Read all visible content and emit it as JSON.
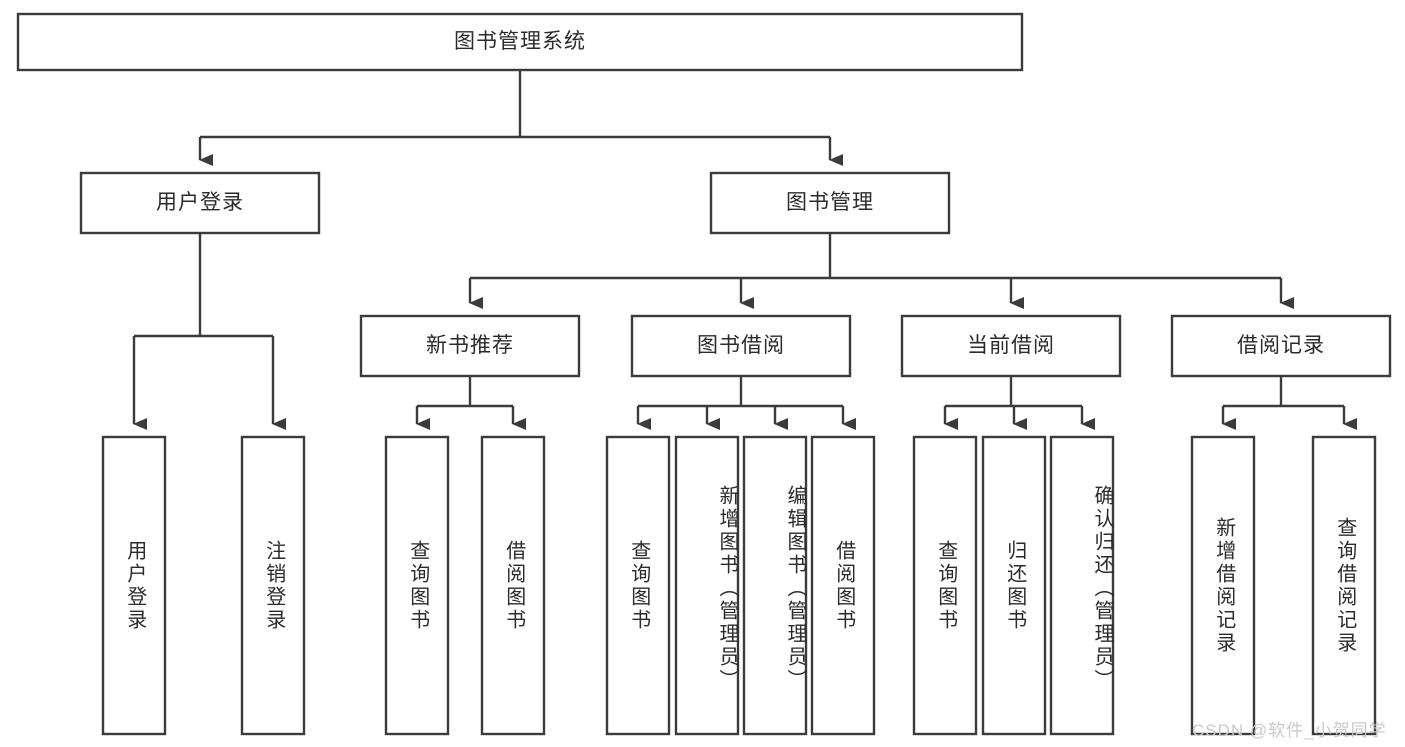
{
  "diagram": {
    "type": "hierarchy-tree",
    "title_node": {
      "label": "图书管理系统"
    },
    "level2": [
      {
        "id": "user-login",
        "label": "用户登录"
      },
      {
        "id": "book-management",
        "label": "图书管理"
      }
    ],
    "level3": [
      {
        "id": "new-book-recommend",
        "label": "新书推荐",
        "parent": "book-management"
      },
      {
        "id": "book-borrow",
        "label": "图书借阅",
        "parent": "book-management"
      },
      {
        "id": "current-borrow",
        "label": "当前借阅",
        "parent": "book-management"
      },
      {
        "id": "borrow-record",
        "label": "借阅记录",
        "parent": "book-management"
      }
    ],
    "leaves": [
      {
        "id": "leaf-user-login",
        "label": "用户登录",
        "parent": "user-login"
      },
      {
        "id": "leaf-logout-login",
        "label": "注销登录",
        "parent": "user-login"
      },
      {
        "id": "leaf-query-book-1",
        "label": "查询图书",
        "parent": "new-book-recommend"
      },
      {
        "id": "leaf-borrow-book-1",
        "label": "借阅图书",
        "parent": "new-book-recommend"
      },
      {
        "id": "leaf-query-book-2",
        "label": "查询图书",
        "parent": "book-borrow"
      },
      {
        "id": "leaf-add-book",
        "label": "新增图书（管理员）",
        "parent": "book-borrow"
      },
      {
        "id": "leaf-edit-book",
        "label": "编辑图书（管理员）",
        "parent": "book-borrow"
      },
      {
        "id": "leaf-borrow-book-2",
        "label": "借阅图书",
        "parent": "book-borrow"
      },
      {
        "id": "leaf-query-book-3",
        "label": "查询图书",
        "parent": "current-borrow"
      },
      {
        "id": "leaf-return-book",
        "label": "归还图书",
        "parent": "current-borrow"
      },
      {
        "id": "leaf-confirm-return",
        "label": "确认归还（管理员）",
        "parent": "current-borrow"
      },
      {
        "id": "leaf-add-record",
        "label": "新增借阅记录",
        "parent": "borrow-record"
      },
      {
        "id": "leaf-query-record",
        "label": "查询借阅记录",
        "parent": "borrow-record"
      }
    ],
    "watermark": "CSDN @软件_小贺同学",
    "colors": {
      "stroke": "#3b3b3b",
      "fill": "#ffffff",
      "text": "#2b2b2b",
      "watermark": "#c9c9c9",
      "background": "#ffffff"
    }
  }
}
